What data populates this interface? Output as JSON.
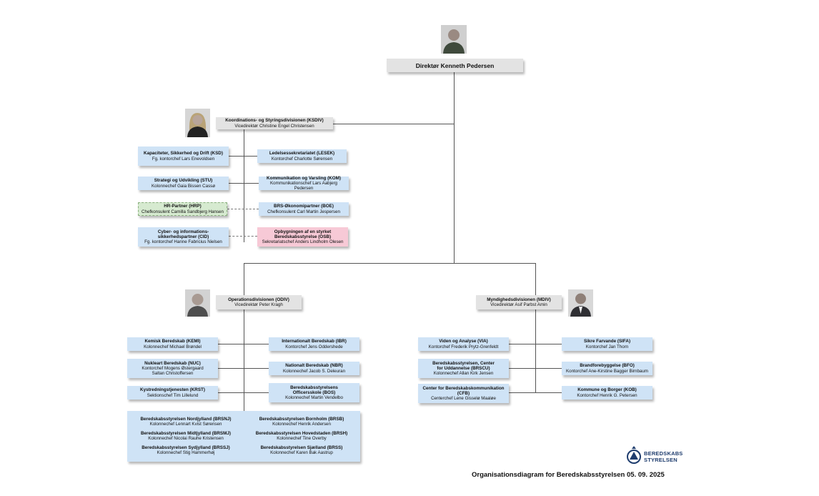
{
  "director": {
    "title": "Direktør Kenneth Pedersen"
  },
  "ksdiv": {
    "title": "Koordinations- og Styringsdivisionen (KSDIV)",
    "sub": "Vicedirektør Christine Engel Christensen"
  },
  "ksd": {
    "title": "Kapaciteter, Sikkerhed og Drift (KSD)",
    "sub": "Fg. kontorchef Lars Enevoldsen"
  },
  "lesek": {
    "title": "Ledelsessekretariatet (LESEK)",
    "sub": "Kontorchef Charlotte Sørensen"
  },
  "stu": {
    "title": "Strategi og Udvikling (STU)",
    "sub": "Kolonnechef Gaia Bissen Cassø"
  },
  "kom": {
    "title": "Kommunikation og Varsling (KOM)",
    "sub": "Kommunikationschef Lars Aabjerg Pedersen"
  },
  "hrp": {
    "title": "HR-Partner (HRP)",
    "sub": "Chefkonsulent Camilla Sandbjerg Hansen"
  },
  "boe": {
    "title": "BRS-Økonomipartner (BOE)",
    "sub": "Chefkonsulent Carl Martin Jespersen"
  },
  "cid": {
    "title": "Cyber- og informations-sikkerhedspartner (CID)",
    "sub": "Fg. kontorchef Hanne Fabricius Nielsen"
  },
  "osb": {
    "title": "Opbygningen af en styrket Beredskabsstyrelse (OSB)",
    "sub": "Sekretariatschef Anders Lindholm Olesen"
  },
  "odiv": {
    "title": "Operationsdivisionen (ODIV)",
    "sub": "Vicedirektør Peter Kragh"
  },
  "mdiv": {
    "title": "Myndighedsdivisionen (MDIV)",
    "sub": "Vicedirektør Asif Parbst Amin"
  },
  "kemi": {
    "title": "Kemisk Beredskab (KEMI)",
    "sub": "Kolonnechef Michael Brøndel"
  },
  "ibr": {
    "title": "Internationalt Beredskab (IBR)",
    "sub": "Kontorchef Jens Oddershede"
  },
  "nuc": {
    "title": "Nukleart Beredskab (NUC)",
    "sub": "Kontorchef Mogens Østergaard",
    "sub2": "Saltan Christoffersen"
  },
  "nbr": {
    "title": "Nationalt Beredskab (NBR)",
    "sub": "Kolonnechef Jacob S. Deleuran"
  },
  "krst": {
    "title": "Kystredningstjenesten (KRST)",
    "sub": "Sektionschef Tim Lillelund"
  },
  "bos": {
    "title": "Beredskabsstyrelsens Officersskole (BOS)",
    "sub": "Kolonnechef Martin Vendelbo"
  },
  "regions": [
    {
      "title": "Beredskabsstyrelsen Nordjylland (BRSNJ)",
      "sub": "Kolonnechef Lennart Kvist Sørensen"
    },
    {
      "title": "Beredskabsstyrelsen Bornholm (BRSB)",
      "sub": "Kolonnechef Henrik Andersen"
    },
    {
      "title": "Beredskabsstyrelsen Midtjylland (BRSMJ)",
      "sub": "Kolonnechef Nicolai Rauhe Kristensen"
    },
    {
      "title": "Beredskabsstyrelsen Hovedstaden (BRSH)",
      "sub": "Kolonnechef Tine Overby"
    },
    {
      "title": "Beredskabsstyrelsen Sydjylland (BRSSJ)",
      "sub": "Kolonnechef Stig Hammerhøj"
    },
    {
      "title": "Beredskabsstyrelsen Sjælland (BRSS)",
      "sub": "Kolonnechef Karen Bak Aastrup"
    }
  ],
  "via": {
    "title": "Viden og Analyse (VIA)",
    "sub": "Kontorchef Frederik Prytz-Grenfeldt"
  },
  "sifa": {
    "title": "Sikre Farvande (SIFA)",
    "sub": "Kontorchef Jan Thorn"
  },
  "brscu": {
    "title": "Beredskabsstyrelsen, Center for Uddannelse (BRSCU)",
    "sub": "Kolonnechef Allan Kirk Jensen"
  },
  "bfo": {
    "title": "Brandforebyggelse (BFO)",
    "sub": "Kontorchef Ane-Kirstine Bagger Birnbaum"
  },
  "cfb": {
    "title": "Center for Beredskabskommunikation (CFB)",
    "sub": "Centerchef Lene Gisselø Maaløe"
  },
  "kob": {
    "title": "Kommune og Borger (KOB)",
    "sub": "Kontorchef Henrik G. Petersen"
  },
  "logo": {
    "line1": "BEREDSKABS",
    "line2": "STYRELSEN"
  },
  "footer": {
    "caption": "Organisationsdiagram for Beredskabsstyrelsen 05. 09. 2025"
  },
  "colors": {
    "unit_box": "#cfe3f6",
    "division_box": "#e3e3e3",
    "hrp_box": "#d6ead0",
    "osb_box": "#f7c9d6",
    "brand": "#1f3d6e"
  }
}
